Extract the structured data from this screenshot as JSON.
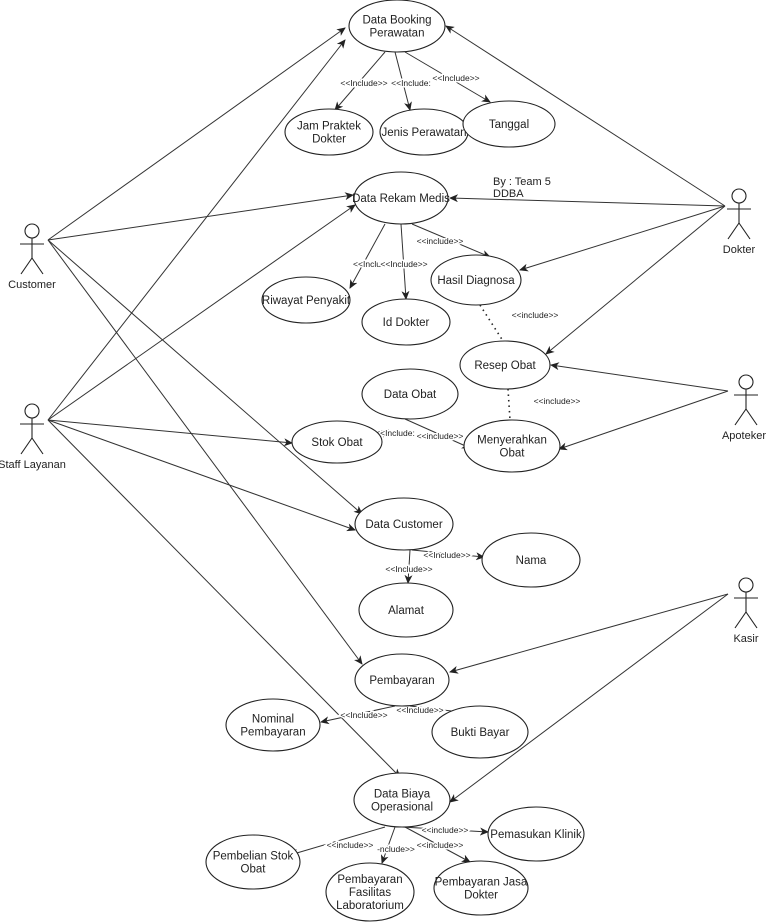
{
  "note": [
    "By : Team 5",
    "DDBA"
  ],
  "actors": [
    {
      "id": "customer",
      "label": "Customer"
    },
    {
      "id": "staff",
      "label": "Staff Layanan"
    },
    {
      "id": "dokter",
      "label": "Dokter"
    },
    {
      "id": "apoteker",
      "label": "Apoteker"
    },
    {
      "id": "kasir",
      "label": "Kasir"
    }
  ],
  "use_cases": [
    {
      "id": "booking",
      "lines": [
        "Data Booking",
        "Perawatan"
      ]
    },
    {
      "id": "jam",
      "lines": [
        "Jam Praktek",
        "Dokter"
      ]
    },
    {
      "id": "jenis",
      "lines": [
        "Jenis Perawatan"
      ]
    },
    {
      "id": "tanggal",
      "lines": [
        "Tanggal"
      ]
    },
    {
      "id": "rekam",
      "lines": [
        "Data Rekam Medis"
      ]
    },
    {
      "id": "riwayat",
      "lines": [
        "Riwayat Penyakit"
      ]
    },
    {
      "id": "iddokter",
      "lines": [
        "Id Dokter"
      ]
    },
    {
      "id": "diagnosa",
      "lines": [
        "Hasil Diagnosa"
      ]
    },
    {
      "id": "resep",
      "lines": [
        "Resep Obat"
      ]
    },
    {
      "id": "dataobat",
      "lines": [
        "Data Obat"
      ]
    },
    {
      "id": "stok",
      "lines": [
        "Stok Obat"
      ]
    },
    {
      "id": "serah",
      "lines": [
        "Menyerahkan",
        "Obat"
      ]
    },
    {
      "id": "customerdata",
      "lines": [
        "Data Customer"
      ]
    },
    {
      "id": "nama",
      "lines": [
        "Nama"
      ]
    },
    {
      "id": "alamat",
      "lines": [
        "Alamat"
      ]
    },
    {
      "id": "bayar",
      "lines": [
        "Pembayaran"
      ]
    },
    {
      "id": "nominal",
      "lines": [
        "Nominal",
        "Pembayaran"
      ]
    },
    {
      "id": "bukti",
      "lines": [
        "Bukti Bayar"
      ]
    },
    {
      "id": "biaya",
      "lines": [
        "Data Biaya",
        "Operasional"
      ]
    },
    {
      "id": "pemasukan",
      "lines": [
        "Pemasukan Klinik"
      ]
    },
    {
      "id": "pembelian",
      "lines": [
        "Pembelian Stok",
        "Obat"
      ]
    },
    {
      "id": "fasilitas",
      "lines": [
        "Pembayaran",
        "Fasilitas",
        "Laboratorium"
      ]
    },
    {
      "id": "jasa",
      "lines": [
        "Pembayaran Jasa",
        "Dokter"
      ]
    }
  ],
  "include_labels": [
    {
      "id": "inc-jam",
      "text": "<<Include>>"
    },
    {
      "id": "inc-jenis",
      "text": "<<Include:"
    },
    {
      "id": "inc-tanggal",
      "text": "<<Include>>"
    },
    {
      "id": "inc-diagnosa",
      "text": "<<include>>"
    },
    {
      "id": "inc-riwayat",
      "text": "<<Inclu"
    },
    {
      "id": "inc-iddokter",
      "text": "<<Include>>"
    },
    {
      "id": "inc-resep",
      "text": "<<include>>"
    },
    {
      "id": "inc-serah",
      "text": "<<include>>"
    },
    {
      "id": "inc-stok-dataobat",
      "text": "<<Include:"
    },
    {
      "id": "inc-stok-serah",
      "text": "<<include>>"
    },
    {
      "id": "inc-nama",
      "text": "<<Include>>"
    },
    {
      "id": "inc-alamat",
      "text": "<<Include>>"
    },
    {
      "id": "inc-nominal",
      "text": "<<Include>>"
    },
    {
      "id": "inc-bukti",
      "text": "<<Include>>"
    },
    {
      "id": "inc-pemasukan",
      "text": "<<include>>"
    },
    {
      "id": "inc-pembelian",
      "text": "<<include>>"
    },
    {
      "id": "inc-fasilitas",
      "text": "-nclude>>"
    },
    {
      "id": "inc-jasa",
      "text": "<<include>>"
    }
  ]
}
